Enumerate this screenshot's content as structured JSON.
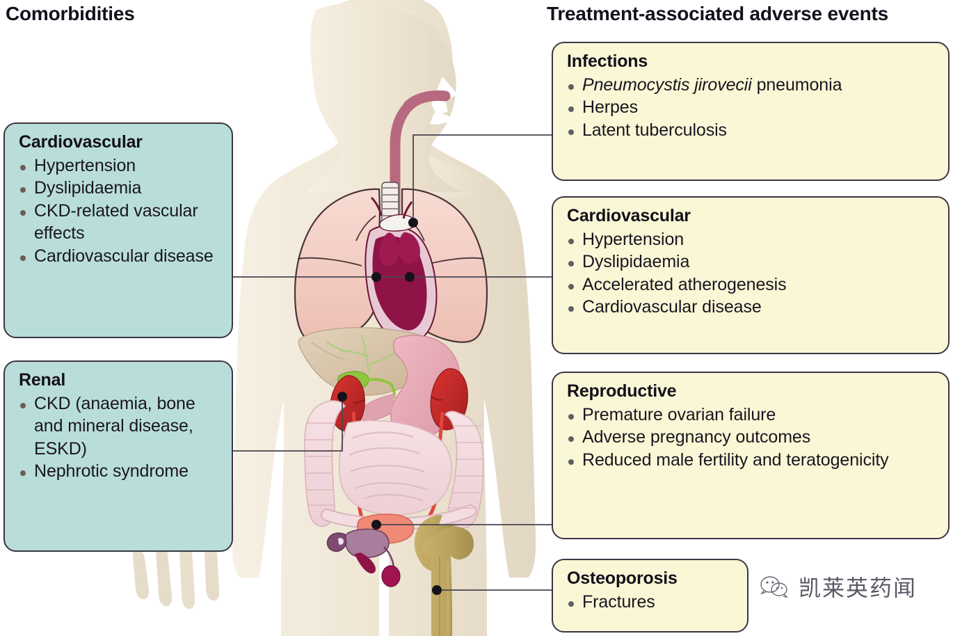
{
  "headings": {
    "left": "Comorbidities",
    "right": "Treatment-associated adverse events"
  },
  "colors": {
    "left_card_bg": "#b9ded9",
    "right_card_bg": "#faf7d7",
    "card_border": "#3b3544",
    "body_skin": "#efe7d8",
    "lung": "#f3cfc6",
    "heart": "#8e1347",
    "liver": "#d9c6ae",
    "gallbladder": "#8ec63f",
    "stomach": "#e7a7b2",
    "kidney": "#c0282b",
    "intestine": "#f2d8dc",
    "bone": "#b8a05e",
    "oesophagus": "#b76a7f",
    "connector": "#4a4450"
  },
  "left_cards": [
    {
      "id": "cardiovascular",
      "title": "Cardiovascular",
      "items": [
        "Hypertension",
        "Dyslipidaemia",
        "CKD-related vascular effects",
        "Cardiovascular disease"
      ]
    },
    {
      "id": "renal",
      "title": "Renal",
      "items": [
        "CKD (anaemia, bone and mineral disease, ESKD)",
        "Nephrotic syndrome"
      ]
    }
  ],
  "right_cards": [
    {
      "id": "infections",
      "title": "Infections",
      "items": [
        {
          "italic": "Pneumocystis jirovecii",
          "rest": " pneumonia"
        },
        {
          "italic": "",
          "rest": "Herpes"
        },
        {
          "italic": "",
          "rest": "Latent tuberculosis"
        }
      ]
    },
    {
      "id": "cardiovascular-ae",
      "title": "Cardiovascular",
      "items": [
        {
          "italic": "",
          "rest": "Hypertension"
        },
        {
          "italic": "",
          "rest": "Dyslipidaemia"
        },
        {
          "italic": "",
          "rest": "Accelerated atherogenesis"
        },
        {
          "italic": "",
          "rest": "Cardiovascular disease"
        }
      ]
    },
    {
      "id": "reproductive",
      "title": "Reproductive",
      "items": [
        {
          "italic": "",
          "rest": "Premature ovarian failure"
        },
        {
          "italic": "",
          "rest": "Adverse pregnancy outcomes"
        },
        {
          "italic": "",
          "rest": "Reduced male fertility and teratogenicity"
        }
      ]
    },
    {
      "id": "osteoporosis",
      "title": "Osteoporosis",
      "items": [
        {
          "italic": "",
          "rest": "Fractures"
        }
      ]
    }
  ],
  "anatomy_labels": [
    "head-silhouette",
    "oesophagus",
    "trachea",
    "lungs",
    "heart",
    "liver",
    "gallbladder",
    "stomach",
    "kidneys",
    "ureters",
    "small-intestine",
    "large-intestine",
    "bladder",
    "uterus",
    "ovary",
    "femur"
  ],
  "watermark": {
    "text": "凯莱英药闻",
    "icon": "wechat-icon"
  }
}
